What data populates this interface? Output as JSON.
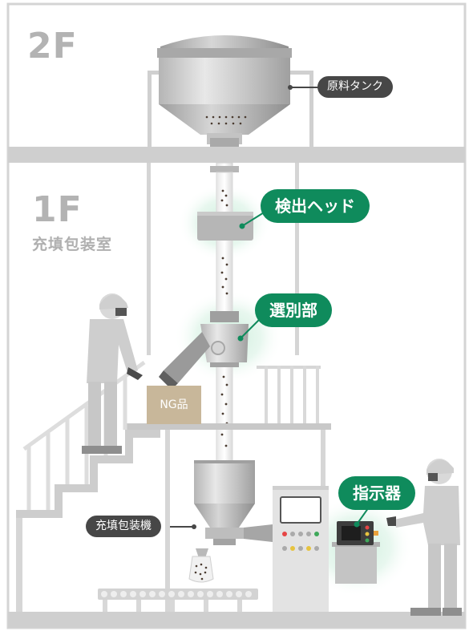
{
  "floors": {
    "upper": "2F",
    "lower": "1F",
    "room": "充填包装室"
  },
  "labels": {
    "tank": "原料タンク",
    "detect_head": "検出ヘッド",
    "sorter": "選別部",
    "indicator": "指示器",
    "filler": "充填包装機",
    "ng_box": "NG品"
  },
  "colors": {
    "accent_green": "#0f8b5c",
    "callout_dark": "#474747",
    "glow_green": "#d9f1e5",
    "floor_gray": "#cfcfcf",
    "equipment_gray": "#a9a9a9",
    "ng_box": "#c8b79a"
  }
}
